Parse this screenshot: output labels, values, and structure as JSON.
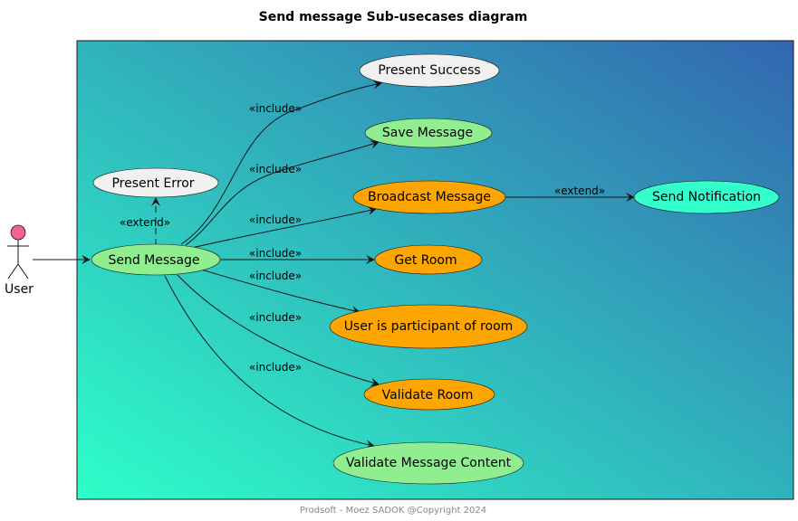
{
  "title": "Send message Sub-usecases diagram",
  "footer": "Prodsoft - Moez SADOK @Copyright 2024",
  "actor": {
    "name": "User",
    "color": "#F06292"
  },
  "boundary": {
    "gradient_start": "#2EFFC9",
    "gradient_end": "#3366B0"
  },
  "colors": {
    "white": "#F1F1F1",
    "green": "#90EE90",
    "orange": "#FFA500",
    "aqua": "#33FFCC"
  },
  "use_cases": {
    "send_message": {
      "label": "Send Message",
      "color": "#90EE90"
    },
    "present_error": {
      "label": "Present Error",
      "color": "#F1F1F1"
    },
    "present_success": {
      "label": "Present Success",
      "color": "#F1F1F1"
    },
    "save_message": {
      "label": "Save Message",
      "color": "#90EE90"
    },
    "broadcast_message": {
      "label": "Broadcast Message",
      "color": "#FFA500"
    },
    "send_notification": {
      "label": "Send Notification",
      "color": "#33FFCC"
    },
    "get_room": {
      "label": "Get Room",
      "color": "#FFA500"
    },
    "user_is_participant": {
      "label": "User is participant of room",
      "color": "#FFA500"
    },
    "validate_room": {
      "label": "Validate Room",
      "color": "#FFA500"
    },
    "validate_message_content": {
      "label": "Validate Message Content",
      "color": "#90EE90"
    }
  },
  "relations": {
    "include": "«include»",
    "extend": "«extend»"
  }
}
